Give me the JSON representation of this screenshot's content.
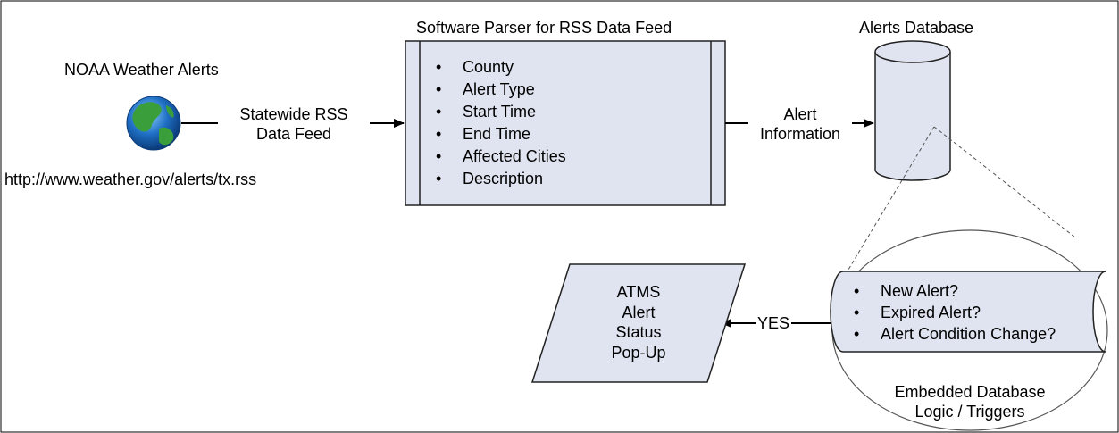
{
  "colors": {
    "box_fill": "#dfe4f0",
    "stroke": "#222222",
    "globe_ocean": "#1f6fc4",
    "globe_land": "#3a9e3a"
  },
  "source": {
    "title": "NOAA Weather Alerts",
    "url": "http://www.weather.gov/alerts/tx.rss",
    "icon": "globe-icon"
  },
  "feed_edge": {
    "line1": "Statewide RSS",
    "line2": "Data Feed"
  },
  "parser": {
    "title": "Software Parser for RSS Data Feed",
    "items": [
      "County",
      "Alert Type",
      "Start Time",
      "End Time",
      "Affected Cities",
      "Description"
    ]
  },
  "info_edge": {
    "line1": "Alert",
    "line2": "Information"
  },
  "database": {
    "title": "Alerts Database"
  },
  "triggers": {
    "items": [
      "New Alert?",
      "Expired Alert?",
      "Alert Condition Change?"
    ],
    "caption_line1": "Embedded Database",
    "caption_line2": "Logic / Triggers"
  },
  "yes_edge": {
    "label": "YES"
  },
  "popup": {
    "lines": [
      "ATMS",
      "Alert",
      "Status",
      "Pop-Up"
    ]
  }
}
